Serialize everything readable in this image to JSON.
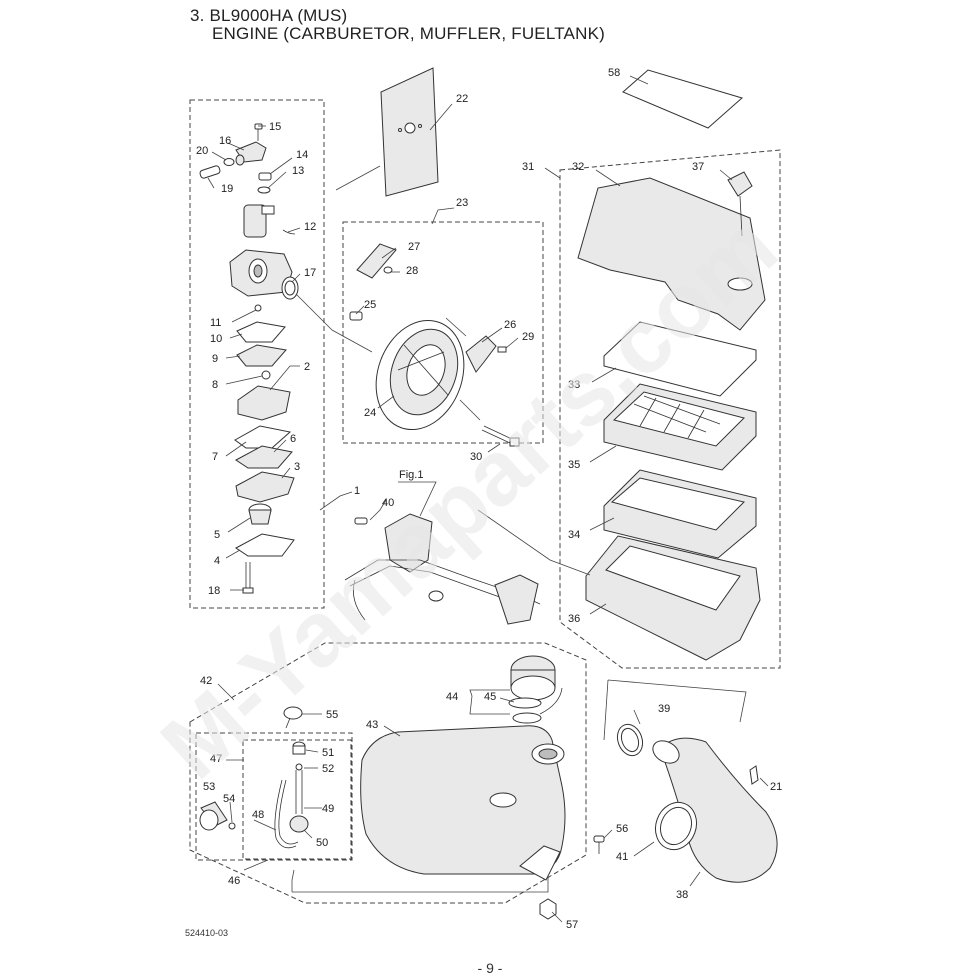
{
  "header": {
    "title_line_1": "3. BL9000HA (MUS)",
    "title_line_2": "ENGINE (CARBURETOR, MUFFLER, FUELTANK)"
  },
  "footer": {
    "document_code": "524410-03",
    "page_number": "- 9 -"
  },
  "watermark": {
    "text": "M-Yamaparts.com",
    "color": "#e6e6e6"
  },
  "figure_label": "Fig.1",
  "callouts": [
    "1",
    "2",
    "3",
    "4",
    "5",
    "6",
    "7",
    "8",
    "9",
    "10",
    "11",
    "12",
    "13",
    "14",
    "15",
    "16",
    "17",
    "18",
    "19",
    "20",
    "21",
    "22",
    "23",
    "24",
    "25",
    "26",
    "27",
    "28",
    "29",
    "30",
    "31",
    "32",
    "33",
    "34",
    "35",
    "36",
    "37",
    "38",
    "39",
    "40",
    "41",
    "42",
    "43",
    "44",
    "45",
    "46",
    "47",
    "48",
    "49",
    "50",
    "51",
    "52",
    "53",
    "54",
    "55",
    "56",
    "57",
    "58"
  ]
}
